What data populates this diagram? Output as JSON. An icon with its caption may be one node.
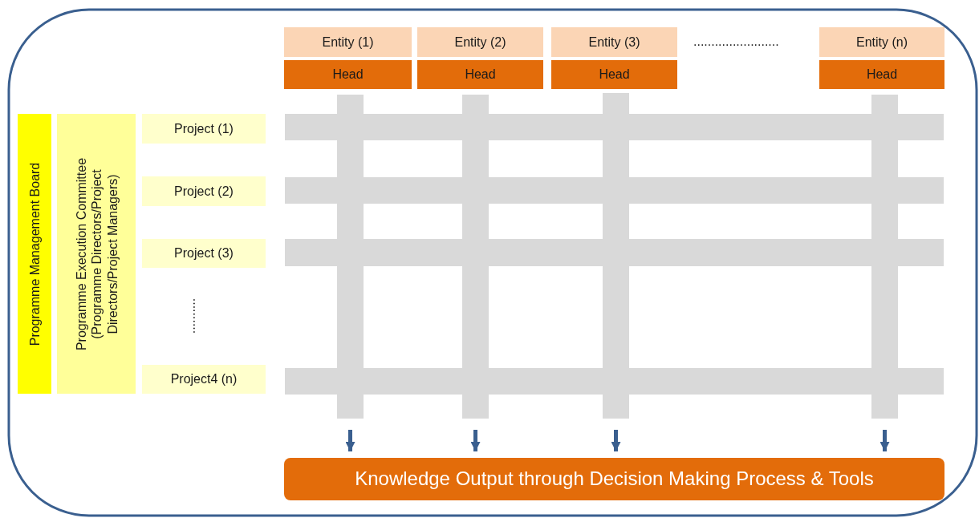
{
  "diagram": {
    "nodes": [
      {
        "text": [
          "Entity (1)"
        ]
      },
      {
        "text": [
          "Head"
        ]
      },
      {
        "text": [
          "Entity (2)"
        ]
      },
      {
        "text": [
          "Head"
        ]
      },
      {
        "text": [
          "Entity (3)"
        ]
      },
      {
        "text": [
          "Head"
        ]
      },
      {
        "text": [
          "Entity (n)"
        ]
      },
      {
        "text": [
          "Head"
        ]
      },
      {
        "text": [
          "Programme Management Board"
        ]
      },
      {
        "text": [
          "Programme Execution Committee (Programme Directors/Project Directors/Project  Managers)"
        ]
      },
      {
        "text": [
          "Project (1)"
        ]
      },
      {
        "text": [
          "Project (2)"
        ]
      },
      {
        "text": [
          "Project (3)"
        ]
      },
      {
        "text": [
          "Project4 (n)"
        ]
      },
      {
        "text": [
          "Knowledge Output through Decision  Making Process & Tools"
        ]
      },
      {
        "text": [],
        "shape": "bar"
      },
      {
        "text": [],
        "shape": "bar"
      },
      {
        "text": [],
        "shape": "bar"
      },
      {
        "text": [],
        "shape": "bar"
      },
      {
        "text": [],
        "shape": "bar"
      },
      {
        "text": [],
        "shape": "bar"
      },
      {
        "text": [],
        "shape": "bar"
      },
      {
        "text": [],
        "shape": "bar"
      }
    ],
    "edges": [
      {
        "from": 15,
        "to": 14,
        "arrow": "to"
      },
      {
        "from": 16,
        "to": 14,
        "arrow": "to"
      },
      {
        "from": 17,
        "to": 14,
        "arrow": "to"
      },
      {
        "from": 18,
        "to": 14,
        "arrow": "to"
      }
    ],
    "labels": [
      "........................",
      ".........."
    ]
  }
}
